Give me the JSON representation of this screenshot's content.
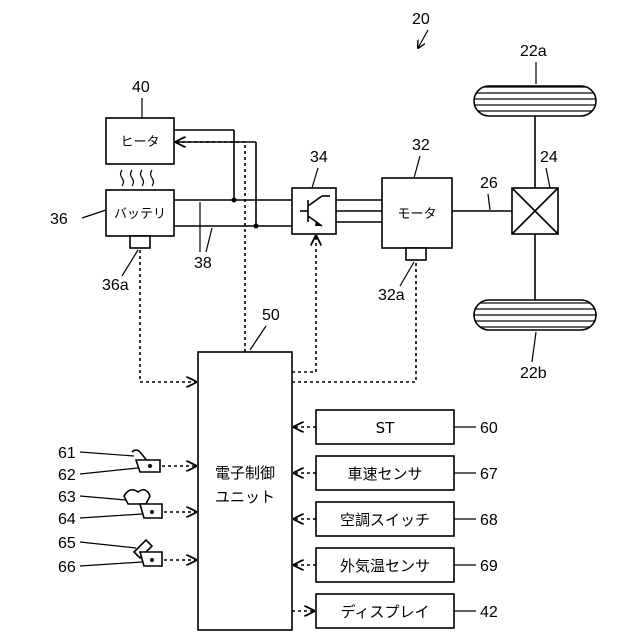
{
  "labels": {
    "system": "20",
    "heater_num": "40",
    "battery_num": "36",
    "battery_sensor_num": "36a",
    "power_line_num": "38",
    "inverter_num": "34",
    "motor_num": "32",
    "motor_sensor_num": "32a",
    "shaft_num": "26",
    "gear_num": "24",
    "wheel_top_num": "22a",
    "wheel_bottom_num": "22b",
    "ecu_num": "50",
    "st_num": "60",
    "speed_num": "67",
    "ac_num": "68",
    "temp_num": "69",
    "display_num": "42",
    "pedal_61": "61",
    "pedal_62": "62",
    "pedal_63": "63",
    "pedal_64": "64",
    "pedal_65": "65",
    "pedal_66": "66"
  },
  "components": {
    "heater": "ヒータ",
    "battery": "バッテリ",
    "motor": "モータ",
    "ecu_line1": "電子制御",
    "ecu_line2": "ユニット",
    "st": "ST",
    "speed_sensor": "車速センサ",
    "ac_switch": "空調スイッチ",
    "temp_sensor": "外気温センサ",
    "display": "ディスプレイ"
  }
}
